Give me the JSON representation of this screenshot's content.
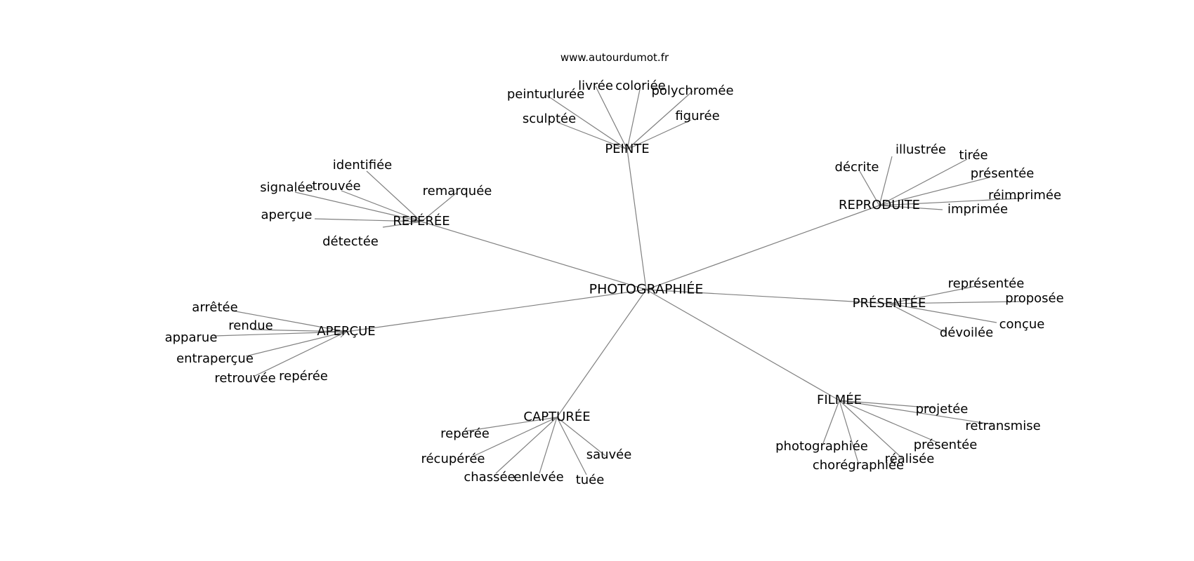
{
  "site": "www.autourdumot.fr",
  "root": "PHOTOGRAPHIÉE",
  "clusters": [
    {
      "label": "PEINTE",
      "leaves": [
        "livrée",
        "coloriée",
        "peinturlurée",
        "polychromée",
        "sculptée",
        "figurée"
      ]
    },
    {
      "label": "REPÉRÉE",
      "leaves": [
        "identifiée",
        "signalée",
        "trouvée",
        "remarquée",
        "aperçue",
        "détectée"
      ]
    },
    {
      "label": "REPRODUITE",
      "leaves": [
        "illustrée",
        "décrite",
        "tirée",
        "présentée",
        "réimprimée",
        "imprimée"
      ]
    },
    {
      "label": "PRÉSENTÉE",
      "leaves": [
        "représentée",
        "proposée",
        "conçue",
        "dévoilée"
      ]
    },
    {
      "label": "APERÇUE",
      "leaves": [
        "arrêtée",
        "rendue",
        "apparue",
        "entraperçue",
        "retrouvée",
        "repérée"
      ]
    },
    {
      "label": "CAPTURÉE",
      "leaves": [
        "repérée",
        "récupérée",
        "chassée",
        "enlevée",
        "tuée",
        "sauvée"
      ]
    },
    {
      "label": "FILMÉE",
      "leaves": [
        "projetée",
        "retransmise",
        "photographiée",
        "présentée",
        "réalisée",
        "chorégraphiée"
      ]
    }
  ]
}
